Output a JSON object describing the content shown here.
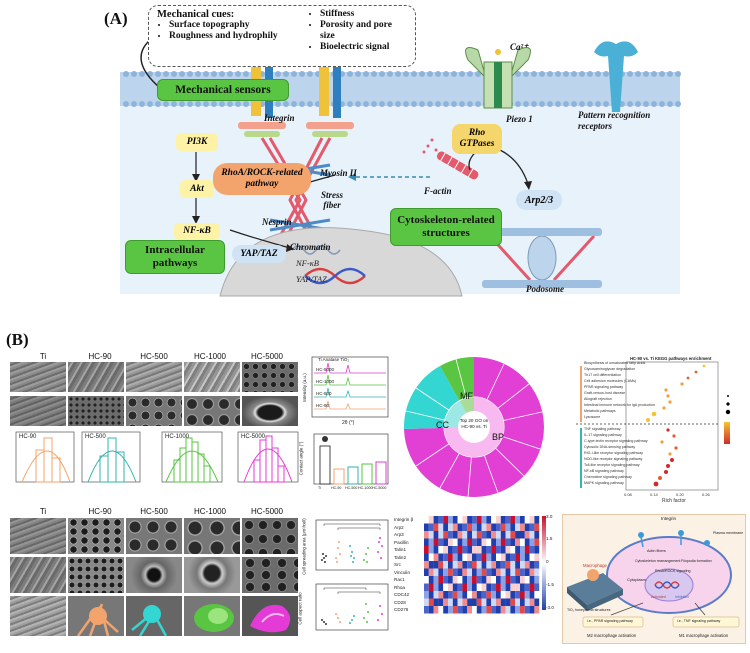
{
  "panel_a": {
    "label": "(A)",
    "cues_title": "Mechanical cues:",
    "cues_left": [
      "Surface topography",
      "Roughness and hydrophily"
    ],
    "cues_right": [
      "Stiffness",
      "Porosity and pore size",
      "Bioelectric signal"
    ],
    "mechanical_sensors": "Mechanical sensors",
    "integrin": "Integrin",
    "ca": "Ca²⁺",
    "piezo": "Piezo 1",
    "prr": "Pattern recognition receptors",
    "pi3k": "PI3K",
    "akt": "Akt",
    "nfkb": "NF-κB",
    "rhoa": "RhoA/ROCK-related pathway",
    "myosin": "Myosin II",
    "stress_fiber": "Stress fiber",
    "rho": "Rho GTPases",
    "factin": "F-actin",
    "arp": "Arp2/3",
    "nesprin": "Nesprin",
    "cytoskeleton": "Cytoskeleton-related structures",
    "chromatin": "Chromatin",
    "nfkb_nuc": "NF-κB",
    "yap_nuc": "YAP/TAZ",
    "yap": "YAP/TAZ",
    "intracellular": "Intracellular pathways",
    "podosome": "Podosome"
  },
  "panel_b": {
    "label": "(B)",
    "columns": [
      "Ti",
      "HC-90",
      "HC-500",
      "HC-1000",
      "HC-5000"
    ],
    "columns2": [
      "Ti",
      "HC-90",
      "HC-500",
      "HC-1000",
      "HC-5000"
    ],
    "hist_labels": [
      "HC-90",
      "HC-500",
      "HC-1000",
      "HC-5000"
    ],
    "xrd_legend": "Ti   Anatase TiO₂",
    "xrd_samples": [
      "HC-5000",
      "HC-1000",
      "HC-500",
      "HC-90"
    ],
    "xrd_xlabel": "2θ (°)",
    "xrd_ylabel": "Intensity (a.u.)",
    "contact_ylabel": "Contact angle (°)",
    "contact_xticks": [
      "Ti",
      "HC-90",
      "HC-500",
      "HC-1000",
      "HC-5000"
    ],
    "spread_ylabel": "Cell spreading area (μm²/cell)",
    "aspect_ylabel": "Cell aspect ratio",
    "go_center": "Top 20 GO on HC-90 vs. Ti",
    "go_mf": "MF",
    "go_cc": "CC",
    "go_bp": "BP",
    "kegg_title": "HC-90 vs. Ti KEGG pathways enrichment",
    "kegg_xlabel": "Rich factor",
    "kegg_terms": [
      "Biosynthesis of unsaturated fatty acids",
      "Glycosaminoglycan degradation",
      "Th17 cell differentiation",
      "Cell adhesion molecules (CAMs)",
      "PPAR signaling pathway",
      "Graft-versus-host disease",
      "Allograft rejection",
      "Intestinal immune network for IgA production",
      "Metabolic pathways",
      "Lysosome",
      "TNF signaling pathway",
      "IL-17 signaling pathway",
      "C-type lectin receptor signaling pathway",
      "Cytosolic DNA-sensing pathway",
      "RIG-I-like receptor signaling pathway",
      "NOD-like receptor signaling pathway",
      "Toll-like receptor signaling pathway",
      "NF-κB signaling pathway",
      "Chemokine signaling pathway",
      "MAPK signaling pathway"
    ],
    "kegg_xticks": [
      "0.08",
      "0.14",
      "0.20",
      "0.26"
    ],
    "heatmap_rows": [
      "Integrin β",
      "Arp2",
      "Arp3",
      "Paxillin",
      "Talin1",
      "Talin2",
      "Src",
      "Vinculin",
      "Rac1",
      "Rhoa",
      "CDC42",
      "CD28",
      "CD276"
    ],
    "heatmap_scale": [
      "3.0",
      "1.5",
      "0",
      "-1.5",
      "-3.0"
    ],
    "schematic": {
      "integrin": "Integrin",
      "macrophage": "Macrophage",
      "tio2": "TiO₂ honeycomb structures",
      "cytoplasm": "Cytoplasm",
      "left_path": "i.e., PPAR signaling pathway",
      "right_path": "i.e., TNF signaling pathway",
      "m2": "M2 macrophage activation",
      "m1": "M1 macrophage activation",
      "cytoskeleton": "Cytoskeleton rearrangement",
      "actin": "Actin fibers",
      "rhoa": "RhoA/ROCK signaling",
      "nucleus": "Activated",
      "inhibited": "Inhibited",
      "filopodia": "Filopodia formation",
      "plasma": "Plasma membrane"
    }
  },
  "colors": {
    "green": "#5ac542",
    "yellow": "#fdf2a6",
    "orange": "#f3a46d",
    "rho": "#f5d66d",
    "membrane": "#9fc0e0",
    "cyto": "#e7f1fb",
    "magenta": "#e43bd6",
    "cyan": "#33d6d0",
    "lightmag": "#f7b9ef"
  }
}
